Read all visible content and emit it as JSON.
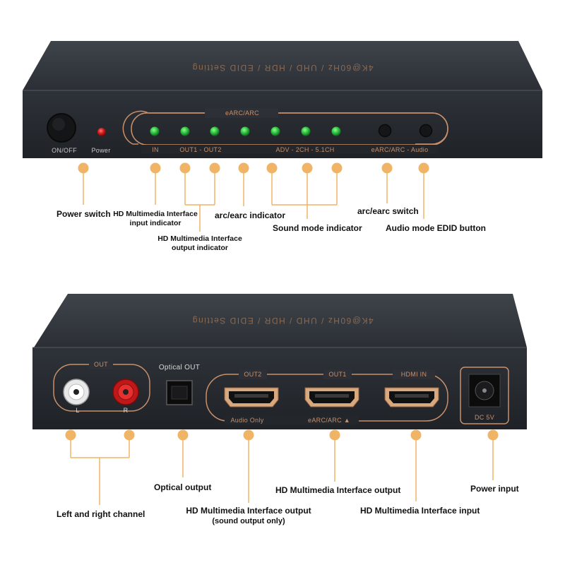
{
  "front": {
    "top_print": "4K@60Hz / UHD / HDR / EDID Setting",
    "earc_header": "eARC/ARC",
    "onoff_label": "ON/OFF",
    "power_label": "Power",
    "in_label": "IN",
    "out_labels": "OUT1 - OUT2",
    "mode_labels": "ADV - 2CH - 5.1CH",
    "switch_labels": "eARC/ARC - Audio"
  },
  "back": {
    "top_print": "4K@60Hz / UHD / HDR / EDID Setting",
    "out_label": "OUT",
    "l_label": "L",
    "r_label": "R",
    "optical_label": "Optical OUT",
    "out2_label": "OUT2",
    "out1_label": "OUT1",
    "hdmi_in_label": "HDMI IN",
    "audio_only_label": "Audio Only",
    "earc_label": "eARC/ARC ▲",
    "dc_label": "DC 5V"
  },
  "callouts": {
    "power_switch": "Power switch",
    "hdmi_input_indicator_1": "HD Multimedia Interface",
    "hdmi_input_indicator_2": "input indicator",
    "hdmi_output_indicator_1": "HD Multimedia Interface",
    "hdmi_output_indicator_2": "output indicator",
    "arc_indicator": "arc/earc indicator",
    "sound_mode_indicator": "Sound mode indicator",
    "arc_switch": "arc/earc switch",
    "audio_mode_edid": "Audio mode EDID button",
    "left_right_channel": "Left and right channel",
    "optical_output": "Optical output",
    "hdmi_output_sound_1": "HD Multimedia Interface output",
    "hdmi_output_sound_2": "(sound output only)",
    "hdmi_output": "HD Multimedia Interface output",
    "hdmi_input": "HD Multimedia Interface input",
    "power_input": "Power input"
  },
  "colors": {
    "device_body": "#2e3238",
    "panel_frame": "#c8906a",
    "callout_dot": "#f0b467",
    "led_green": "#2fc040",
    "led_red": "#d01818"
  }
}
